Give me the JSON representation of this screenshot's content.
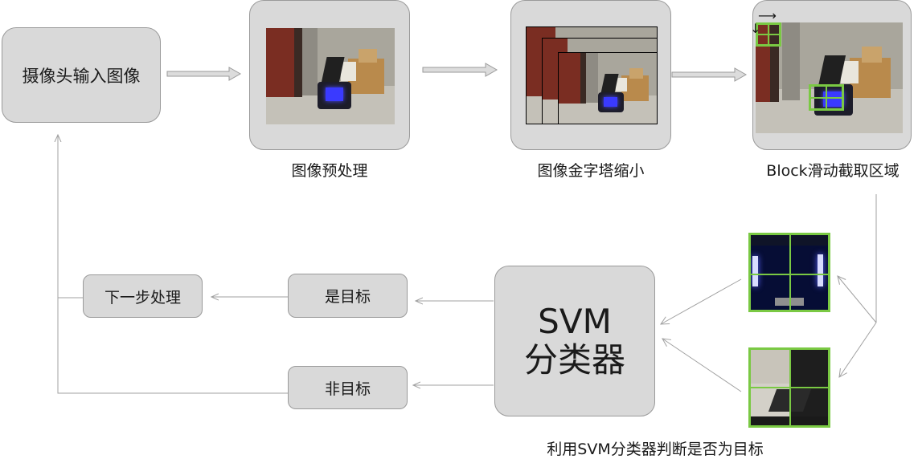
{
  "nodes": {
    "camera_input": "摄像头输入图像",
    "preprocess_caption": "图像预处理",
    "pyramid_caption": "图像金字塔缩小",
    "block_caption": "Block滑动截取区域",
    "svm_line1": "SVM",
    "svm_line2": "分类器",
    "svm_caption": "利用SVM分类器判断是否为目标",
    "is_target": "是目标",
    "not_target": "非目标",
    "next_step": "下一步处理"
  },
  "colors": {
    "box_fill": "#d9d9d9",
    "box_border": "#9a9a9a",
    "connector": "#a0a0a0",
    "grid_green": "#7ac943"
  }
}
